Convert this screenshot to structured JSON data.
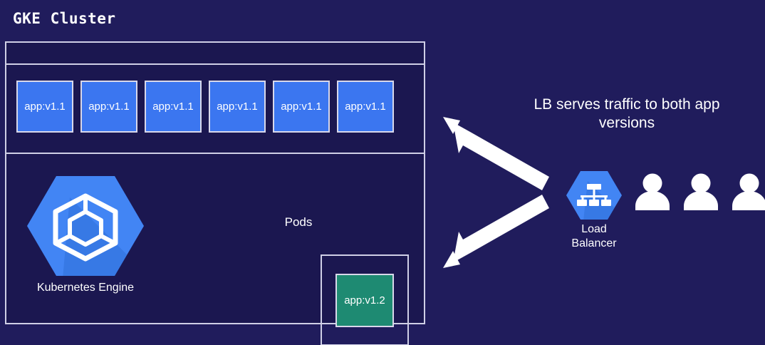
{
  "diagram": {
    "title": "GKE Cluster",
    "background_color": "#201c5c",
    "cluster": {
      "pods_label": "Pods",
      "pods_v1": [
        {
          "label": "app:v1.1",
          "color": "#3b76f0"
        },
        {
          "label": "app:v1.1",
          "color": "#3b76f0"
        },
        {
          "label": "app:v1.1",
          "color": "#3b76f0"
        },
        {
          "label": "app:v1.1",
          "color": "#3b76f0"
        },
        {
          "label": "app:v1.1",
          "color": "#3b76f0"
        },
        {
          "label": "app:v1.1",
          "color": "#3b76f0"
        }
      ],
      "pod_v2": {
        "label": "app:v1.2",
        "color": "#1e8a72"
      },
      "engine": {
        "label": "Kubernetes Engine",
        "icon": "kubernetes-engine-hexagon-icon",
        "color": "#4285f4"
      }
    },
    "right": {
      "caption_line1": "LB serves traffic to both app",
      "caption_line2": "versions",
      "load_balancer": {
        "label_line1": "Load",
        "label_line2": "Balancer",
        "icon": "load-balancer-hexagon-icon",
        "color": "#4285f4"
      },
      "users": [
        {
          "icon": "user-icon"
        },
        {
          "icon": "user-icon"
        },
        {
          "icon": "user-icon"
        }
      ],
      "arrows": [
        {
          "name": "arrow-lb-to-v1-pods",
          "direction": "up-left",
          "color": "#ffffff"
        },
        {
          "name": "arrow-lb-to-v2-pod",
          "direction": "down-left",
          "color": "#ffffff"
        }
      ]
    }
  }
}
